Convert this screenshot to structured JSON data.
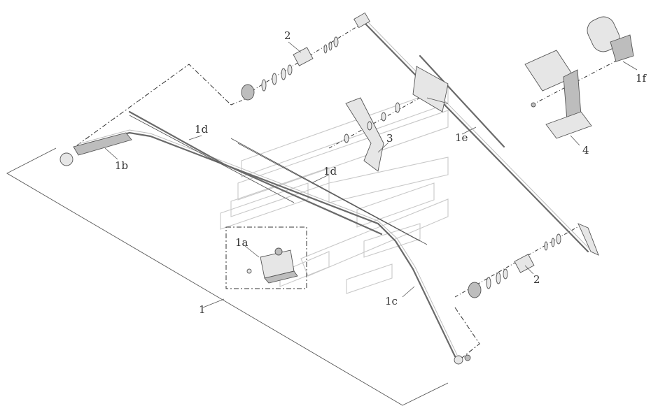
{
  "diagram": {
    "labels": {
      "assembly": "1",
      "part_1a": "1a",
      "part_1b": "1b",
      "part_1c": "1c",
      "part_1d_left": "1d",
      "part_1d_center": "1d",
      "part_1e": "1e",
      "part_1f": "1f",
      "part_2_top": "2",
      "part_2_bottom": "2",
      "part_3": "3",
      "part_4": "4"
    }
  }
}
